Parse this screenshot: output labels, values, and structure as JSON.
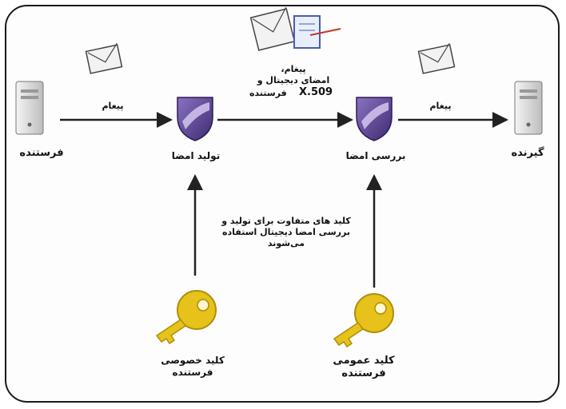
{
  "nodes": {
    "sender": "فرستنده",
    "sign_gen": "تولید امضا",
    "sign_verify": "بررسی امضا",
    "receiver": "گیرنده"
  },
  "messages": {
    "msg_left": "پیغام",
    "msg_right": "پیغام",
    "msg_center_line1": "پیغام،",
    "msg_center_line2": "امضای دیجیتال و",
    "msg_center_line3": "فرستنده",
    "msg_center_cert": "X.509"
  },
  "keys": {
    "private_key_line1": "کلید خصوصی",
    "private_key_line2": "فرستنده",
    "public_key_line1": "کلید عمومی",
    "public_key_line2": "فرستنده"
  },
  "note": {
    "line1": "کلید های متفاوت برای تولید و",
    "line2": "بررسی امضا دیجیتال استفاده",
    "line3": "می‌شوند"
  },
  "colors": {
    "shield_purple": "#6a4f9e",
    "shield_light": "#b9a8dc",
    "key_gold": "#e6c21a",
    "key_dark": "#b08d0a",
    "envelope": "#f2f2f2",
    "arrow": "#222222"
  }
}
